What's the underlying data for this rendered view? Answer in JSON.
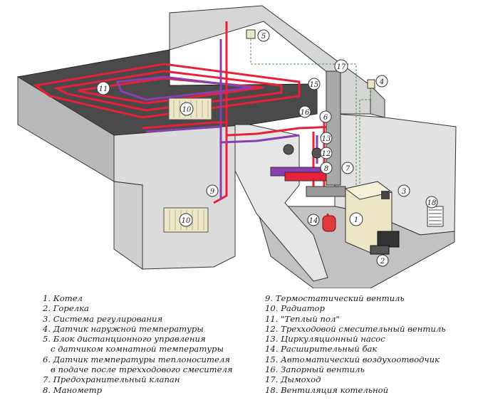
{
  "labels": [
    "1",
    "2",
    "3",
    "4",
    "5",
    "6",
    "7",
    "8",
    "9",
    "10",
    "11",
    "12",
    "13",
    "14",
    "15",
    "16",
    "17",
    "18"
  ],
  "radiator_labels": [
    "10",
    "10"
  ],
  "legend": {
    "left": [
      "1. Котел",
      "2. Горелка",
      "3. Система регулирования",
      "4. Датчик наружной температуры",
      "5. Блок дистанционного управления",
      "   с датчиком комнатной температуры",
      "6. Датчик температуры теплоносителя",
      "   в подаче после трехходового смесителя",
      "7. Предохранительный клапан",
      "8. Манометр"
    ],
    "right": [
      "9. Термостатический вентиль",
      "10. Радиатор",
      "11. \"Теплый пол\"",
      "12. Трехходовой смесительный вентиль",
      "13. Циркуляционный насос",
      "14. Расширительный бак",
      "15. Автоматический воздухоотводчик",
      "16. Запорный вентиль",
      "17. Дымоход",
      "18. Вентиляция котельной"
    ]
  },
  "colors": {
    "wall": "#dcdcdc",
    "wall_dark": "#b9b9b9",
    "floor_top": "#4a4a4a",
    "supply_pipe": "#e8203a",
    "return_pipe": "#8a3fb0",
    "control_wire": "#3aa046",
    "radiator": "#ece6c6",
    "boiler": "#ece6c6",
    "expansion_tank": "#e23a3a"
  }
}
